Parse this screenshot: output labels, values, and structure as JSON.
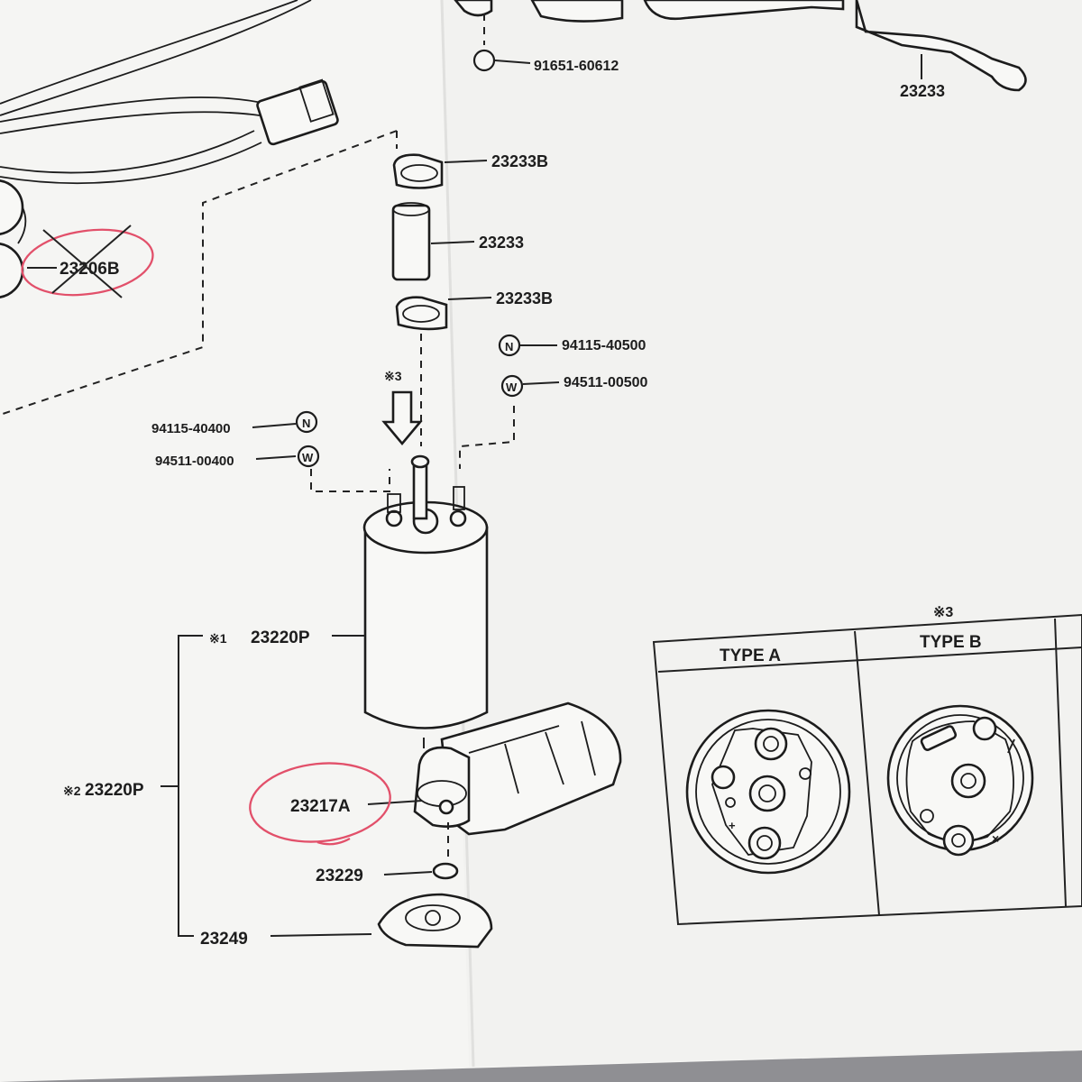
{
  "labels": {
    "top_part_number": "91651-60612",
    "top_right_part": "23233",
    "crossed_part": "23206B",
    "clamp_upper": "23233B",
    "hose": "23233",
    "clamp_lower": "23233B",
    "nut_right": "94115-40500",
    "washer_right": "94511-00500",
    "nut_left": "94115-40400",
    "washer_left": "94511-00400",
    "pump_note1_mark": "※1",
    "pump_note1_part": "23220P",
    "pump_note2_mark": "※2",
    "pump_note2_part": "23220P",
    "filter_part": "23217A",
    "ring_part": "23229",
    "bracket_part": "23249",
    "arrow_note": "※3"
  },
  "legend_table": {
    "header_mark": "※3",
    "columns": [
      "TYPE A",
      "TYPE B"
    ]
  },
  "colors": {
    "paper": "#f5f5f3",
    "ink": "#1d1d1d",
    "highlight_red": "#e2506a",
    "background": "#8f8f93"
  }
}
